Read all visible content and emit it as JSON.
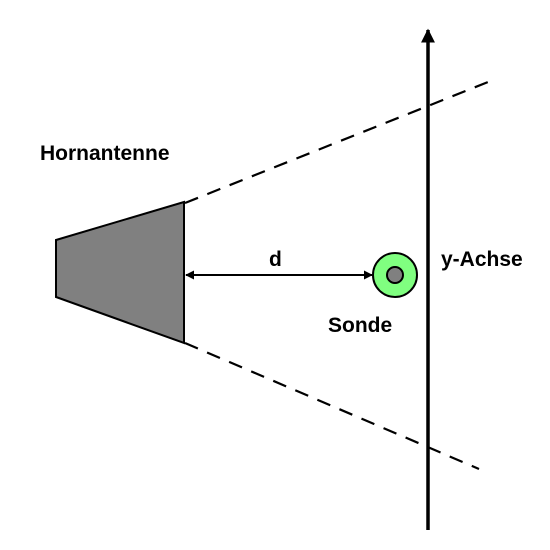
{
  "labels": {
    "antenna": "Hornantenne",
    "distance": "d",
    "probe": "Sonde",
    "axis": "y-Achse"
  },
  "colors": {
    "antenna_fill": "#808080",
    "probe_outer": "#80ff80",
    "probe_inner": "#808080",
    "stroke": "#000000"
  }
}
